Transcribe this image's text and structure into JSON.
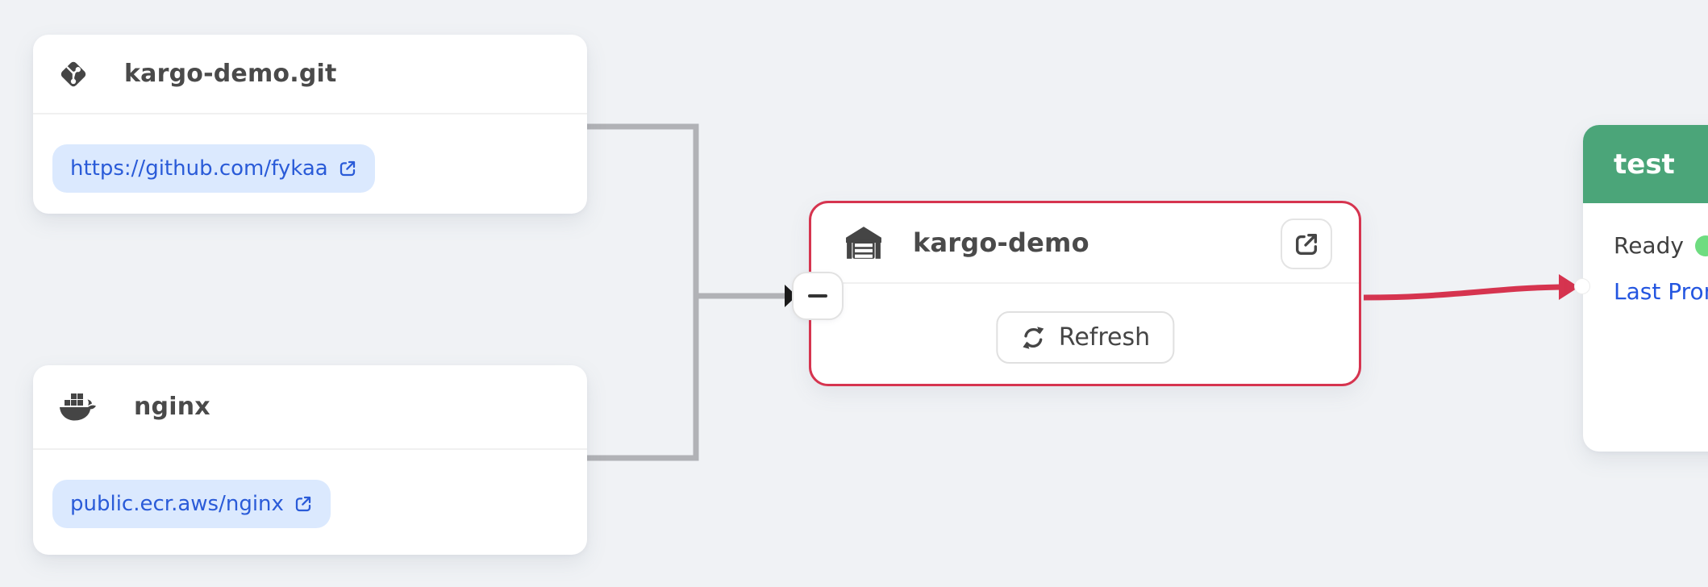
{
  "repo_git": {
    "title": "kargo-demo.git",
    "url": "https://github.com/fykaa"
  },
  "repo_image": {
    "title": "nginx",
    "url": "public.ecr.aws/nginx"
  },
  "warehouse": {
    "title": "kargo-demo",
    "refresh_label": "Refresh"
  },
  "stage": {
    "title": "test",
    "health_label": "Ready",
    "promotion_label": "Last Promotion"
  },
  "icons": {
    "repo_git": "git-icon",
    "repo_image": "docker-icon",
    "warehouse": "warehouse-icon",
    "external_link": "external-link-icon",
    "refresh": "refresh-icon",
    "collapse": "minus-icon",
    "health": "green-dot",
    "edge_input": "black-arrowhead",
    "edge_promote": "red-arrowhead"
  },
  "colors": {
    "background": "#f0f2f5",
    "warehouse_border_red": "#d6344f",
    "promote_edge_red": "#d6344f",
    "stage_header_green": "#4ba579",
    "healthy_dot_green": "#6edc80",
    "link_blue": "#2a5bd8",
    "promo_link_blue": "#2456e0",
    "url_pill_bg": "#dbe9fe",
    "connector_gray": "#b1b2b6",
    "card_bg": "#ffffff",
    "title_text": "#4a4a4a"
  }
}
